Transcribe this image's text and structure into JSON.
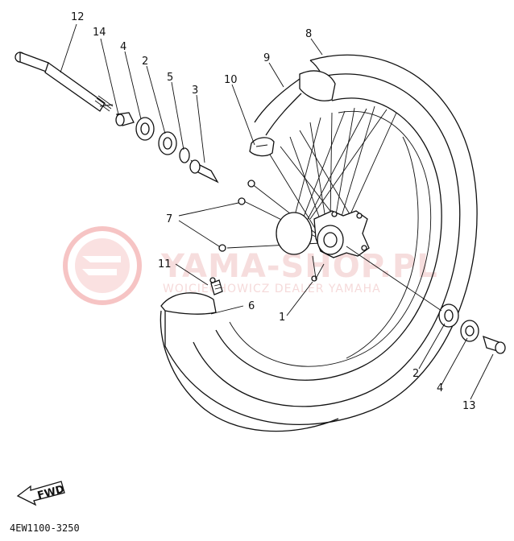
{
  "diagram": {
    "watermark_brand": "YAMA-SHOP.PL",
    "watermark_dealer": "WOJCIECHOWICZ  DEALER YAMAHA",
    "part_code": "4EW1100-3250",
    "direction_label": "FWD",
    "callouts": [
      {
        "id": "12a",
        "label": "12"
      },
      {
        "id": "14",
        "label": "14"
      },
      {
        "id": "4a",
        "label": "4"
      },
      {
        "id": "2a",
        "label": "2"
      },
      {
        "id": "5",
        "label": "5"
      },
      {
        "id": "3",
        "label": "3"
      },
      {
        "id": "10",
        "label": "10"
      },
      {
        "id": "9",
        "label": "9"
      },
      {
        "id": "8",
        "label": "8"
      },
      {
        "id": "7",
        "label": "7"
      },
      {
        "id": "11",
        "label": "11"
      },
      {
        "id": "6",
        "label": "6"
      },
      {
        "id": "1",
        "label": "1"
      },
      {
        "id": "2b",
        "label": "2"
      },
      {
        "id": "4b",
        "label": "4"
      },
      {
        "id": "13",
        "label": "13"
      }
    ]
  }
}
